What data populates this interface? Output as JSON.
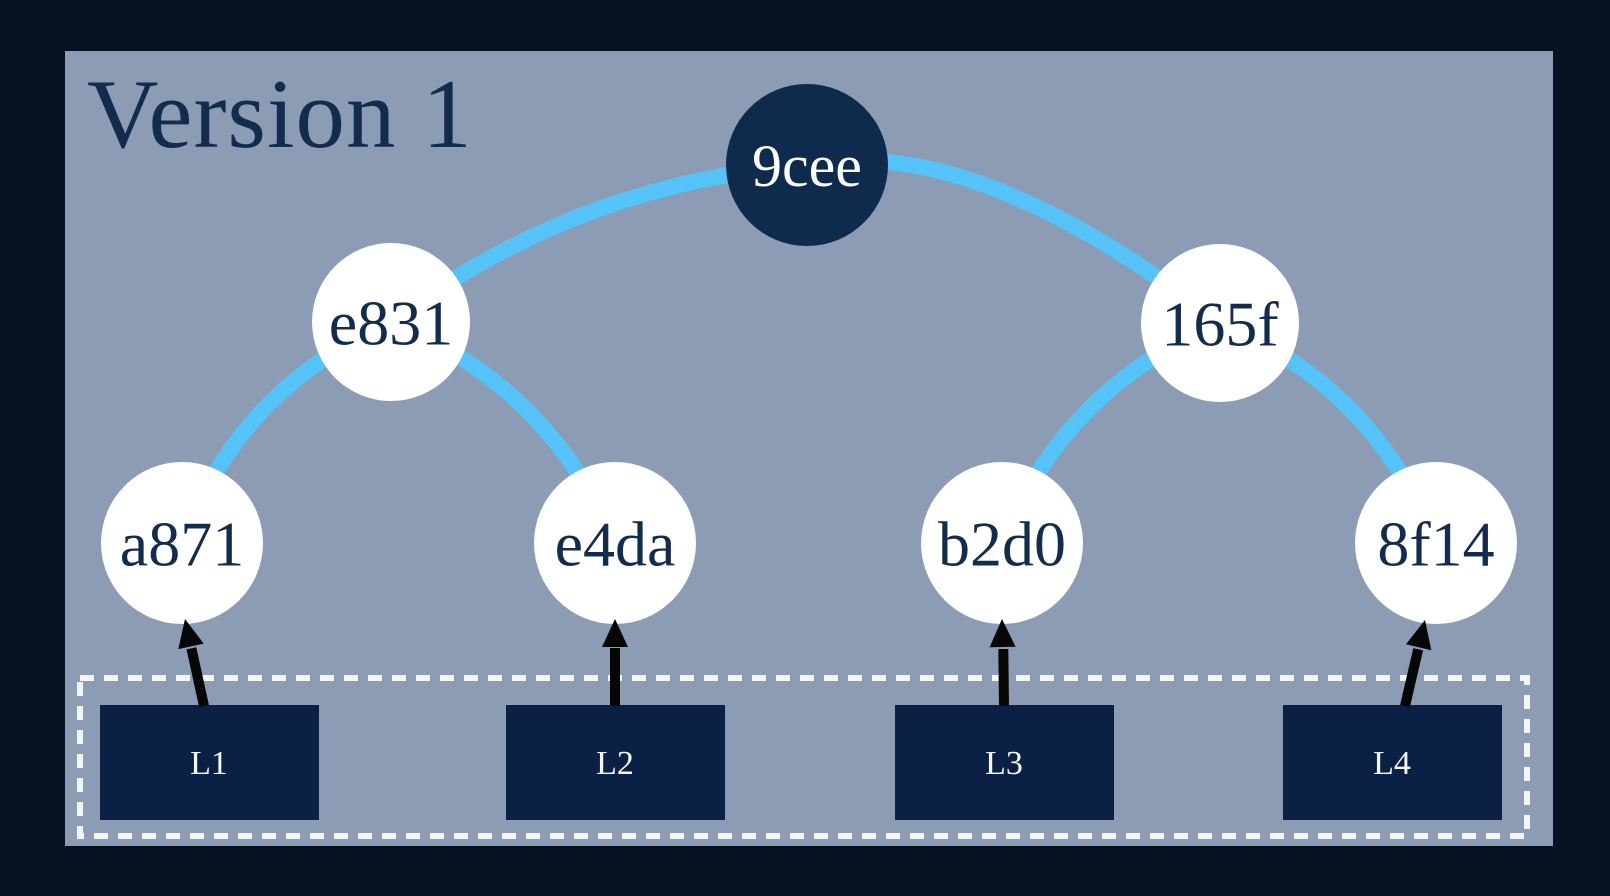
{
  "title": "Version 1",
  "diagram": {
    "type": "merkle-tree",
    "nodes": [
      {
        "id": "9cee",
        "label": "9cee",
        "role": "root"
      },
      {
        "id": "e831",
        "label": "e831",
        "role": "internal"
      },
      {
        "id": "165f",
        "label": "165f",
        "role": "internal"
      },
      {
        "id": "a871",
        "label": "a871",
        "role": "leaf-hash"
      },
      {
        "id": "e4da",
        "label": "e4da",
        "role": "leaf-hash"
      },
      {
        "id": "b2d0",
        "label": "b2d0",
        "role": "leaf-hash"
      },
      {
        "id": "8f14",
        "label": "8f14",
        "role": "leaf-hash"
      }
    ],
    "edges": [
      {
        "from": "9cee",
        "to": "e831"
      },
      {
        "from": "9cee",
        "to": "165f"
      },
      {
        "from": "e831",
        "to": "a871"
      },
      {
        "from": "e831",
        "to": "e4da"
      },
      {
        "from": "165f",
        "to": "b2d0"
      },
      {
        "from": "165f",
        "to": "8f14"
      }
    ],
    "leaves": [
      {
        "label": "L1",
        "hashes_to": "a871"
      },
      {
        "label": "L2",
        "hashes_to": "e4da"
      },
      {
        "label": "L3",
        "hashes_to": "b2d0"
      },
      {
        "label": "L4",
        "hashes_to": "8f14"
      }
    ],
    "colors": {
      "background": "#041120",
      "panel": "#8b9cb4",
      "edge_blue": "#55c3f8",
      "root_node_navy": "#0e2a4c",
      "leaf_box_navy": "#0a2145",
      "node_text_navy": "#132c4e",
      "node_fill_white": "#ffffff",
      "dashed_border_white": "#f3f5f7",
      "arrow_black": "#060606"
    }
  }
}
